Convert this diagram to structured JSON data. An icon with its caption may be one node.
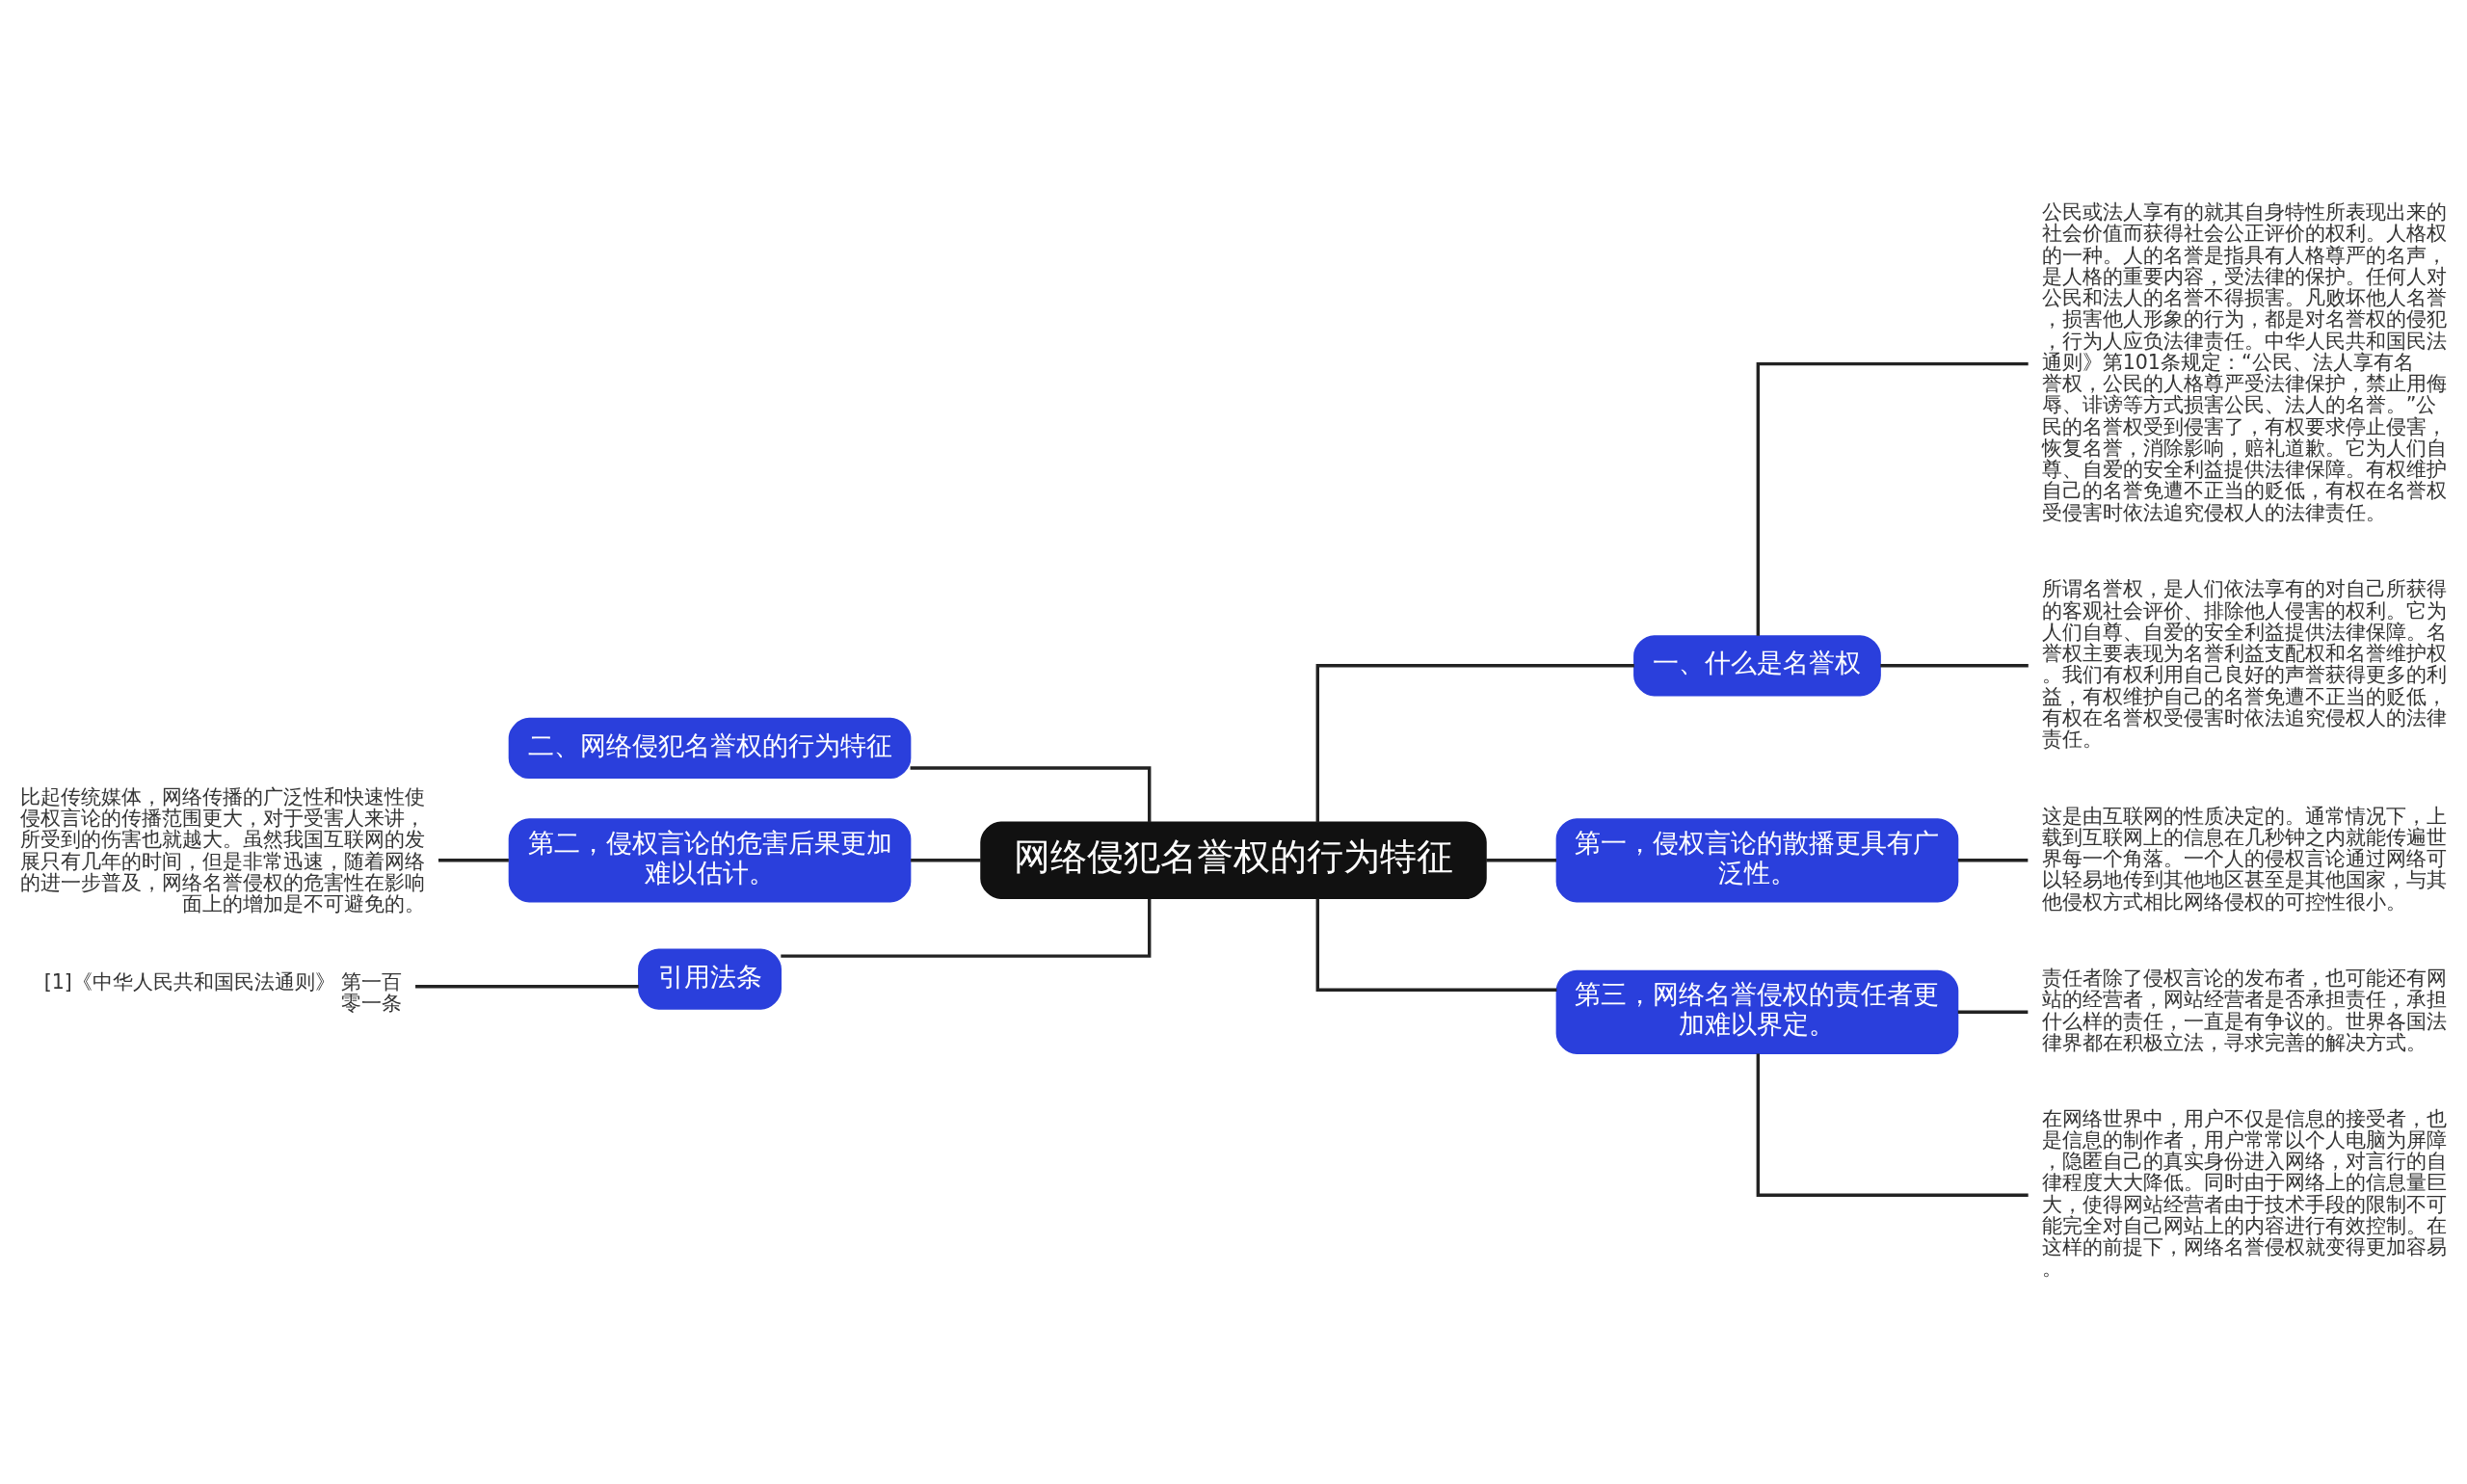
{
  "diagram": {
    "nodes": [
      {
        "text": [
          "网络侵犯名誉权的行为特征"
        ]
      },
      {
        "text": [
          "一、什么是名誉权"
        ]
      },
      {
        "text": [
          "公民或法人享有的就其自身特性所表现出来的社会价值而获得社会公正评价的权利。人格权的一种。人的名誉是指具有人格尊严的名声，是人格的重要内容，受法律的保护。任何人对公民和法人的名誉不得损害。凡败坏他人名誉，损害他人形象的行为，都是对名誉权的侵犯，行为人应负法律责任。中华人民共和国民法通则》第101条规定：“公民、法人享有名誉权，公民的人格尊严受法律保护，禁止用侮辱、诽谤等方式损害公民、法人的名誉。”公民的名誉权受到侵害了，有权要求停止侵害，恢复名誉，消除影响，赔礼道歉。它为人们自尊、自爱的安全利益提供法律保障。有权维护自己的名誉免遭不正当的贬低，有权在名誉权受侵害时依法追究侵权人的法律责任。"
        ]
      },
      {
        "text": [
          "所谓名誉权，是人们依法享有的对自己所获得的客观社会评价、排除他人侵害的权利。它为人们自尊、自爱的安全利益提供法律保障。名誉权主要表现为名誉利益支配权和名誉维护权。我们有权利用自己良好的声誉获得更多的利益，有权维护自己的名誉免遭不正当的贬低，有权在名誉权受侵害时依法追究侵权人的法律责任。"
        ]
      },
      {
        "text": [
          "第一，侵权言论的散播更具有广泛性。"
        ]
      },
      {
        "text": [
          "这是由互联网的性质决定的。通常情况下，上载到互联网上的信息在几秒钟之内就能传遍世界每一个角落。一个人的侵权言论通过网络可以轻易地传到其他地区甚至是其他国家，与其他侵权方式相比网络侵权的可控性很小。"
        ]
      },
      {
        "text": [
          "第三，网络名誉侵权的责任者更加难以界定。"
        ]
      },
      {
        "text": [
          "责任者除了侵权言论的发布者，也可能还有网站的经营者，网站经营者是否承担责任，承担什么样的责任，一直是有争议的。世界各国法律界都在积极立法，寻求完善的解决方式。"
        ]
      },
      {
        "text": [
          "在网络世界中，用户不仅是信息的接受者，也是信息的制作者，用户常常以个人电脑为屏障，隐匿自己的真实身份进入网络，对言行的自律程度大大降低。同时由于网络上的信息量巨大，使得网站经营者由于技术手段的限制不可能完全对自己网站上的内容进行有效控制。在这样的前提下，网络名誉侵权就变得更加容易。"
        ]
      },
      {
        "text": [
          "二、网络侵犯名誉权的行为特征"
        ]
      },
      {
        "text": [
          "第二，侵权言论的危害后果更加难以估计。"
        ]
      },
      {
        "text": [
          "比起传统媒体，网络传播的广泛性和快速性使侵权言论的传播范围更大，对于受害人来讲，所受到的伤害也就越大。虽然我国互联网的发展只有几年的时间，但是非常迅速，随着网络的进一步普及，网络名誉侵权的危害性在影响面上的增加是不可避免的。"
        ]
      },
      {
        "text": [
          "引用法条"
        ]
      },
      {
        "text": [
          "[1]《中华人民共和国民法通则》 第一百零一条"
        ]
      }
    ],
    "edges": [
      {
        "from": 0,
        "to": 1,
        "arrow": "none"
      },
      {
        "from": 1,
        "to": 2,
        "arrow": "none"
      },
      {
        "from": 1,
        "to": 3,
        "arrow": "none"
      },
      {
        "from": 0,
        "to": 4,
        "arrow": "none"
      },
      {
        "from": 4,
        "to": 5,
        "arrow": "none"
      },
      {
        "from": 0,
        "to": 6,
        "arrow": "none"
      },
      {
        "from": 6,
        "to": 7,
        "arrow": "none"
      },
      {
        "from": 6,
        "to": 8,
        "arrow": "none"
      },
      {
        "from": 0,
        "to": 9,
        "arrow": "none"
      },
      {
        "from": 0,
        "to": 10,
        "arrow": "none"
      },
      {
        "from": 10,
        "to": 11,
        "arrow": "none"
      },
      {
        "from": 0,
        "to": 12,
        "arrow": "none"
      },
      {
        "from": 12,
        "to": 13,
        "arrow": "none"
      }
    ]
  }
}
